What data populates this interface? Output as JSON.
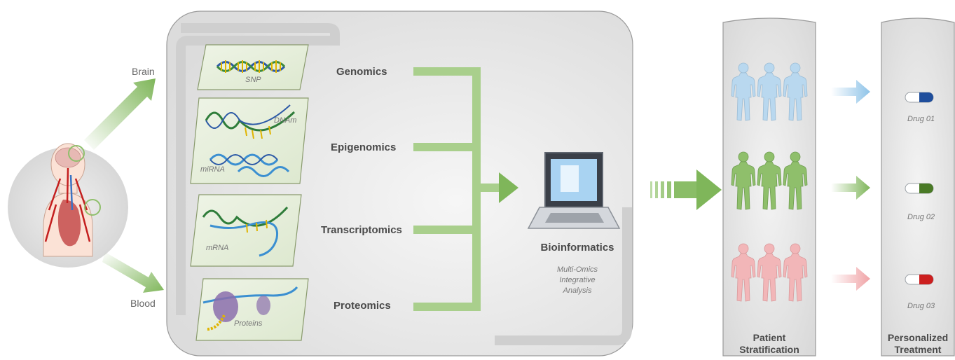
{
  "organs": {
    "brain": "Brain",
    "blood": "Blood"
  },
  "omics": [
    {
      "label": "Genomics",
      "molecule": "SNP"
    },
    {
      "label": "Epigenomics",
      "molecule": "DNAm",
      "molecule2": "miRNA"
    },
    {
      "label": "Transcriptomics",
      "molecule": "mRNA"
    },
    {
      "label": "Proteomics",
      "molecule": "Proteins"
    }
  ],
  "bioinformatics": {
    "title": "Bioinformatics",
    "subtitle_lines": [
      "Multi-Omics",
      "Integrative",
      "Analysis"
    ]
  },
  "stratification": {
    "title_lines": [
      "Patient",
      "Stratification"
    ]
  },
  "treatment": {
    "title_lines": [
      "Personalized",
      "Treatment"
    ],
    "drugs": [
      {
        "label": "Drug 01",
        "color": "#1f4e9c"
      },
      {
        "label": "Drug 02",
        "color": "#4a7a26"
      },
      {
        "label": "Drug 03",
        "color": "#cc1f1f"
      }
    ]
  },
  "colors": {
    "green": "#7fb65a",
    "blue_figure": "#b9d8ef",
    "green_figure": "#8fbf6b",
    "red_figure": "#f2b6b8",
    "panel": "#ececec"
  }
}
